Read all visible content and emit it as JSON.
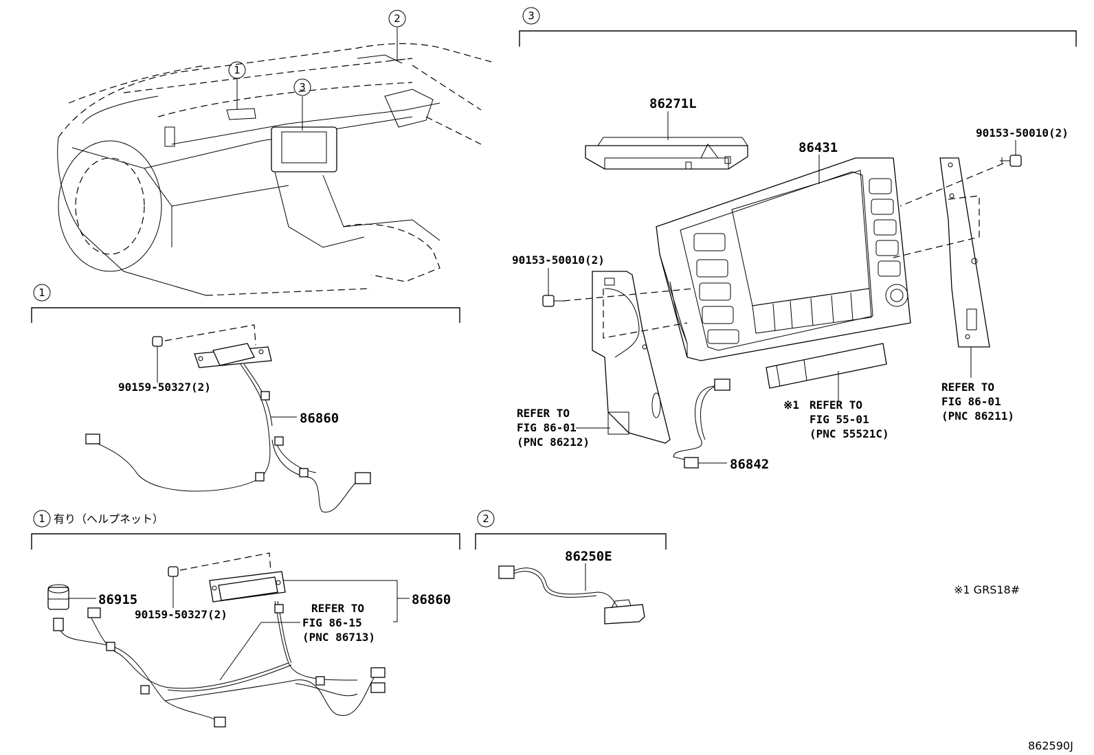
{
  "callouts": {
    "c1": "1",
    "c2": "2",
    "c3": "3"
  },
  "sections": {
    "s1_heading": "有り（ヘルプネット）"
  },
  "parts": {
    "p86271L": "86271L",
    "p86431": "86431",
    "p90153_top": "90153-50010(2)",
    "p90153_left": "90153-50010(2)",
    "p90159_a": "90159-50327(2)",
    "p86860_a": "86860",
    "p86842": "86842",
    "p86250E": "86250E",
    "p86915": "86915",
    "p90159_b": "90159-50327(2)",
    "p86860_b": "86860"
  },
  "refs": {
    "left_l1": "REFER TO",
    "left_l2": "FIG 86-01",
    "left_l3": "(PNC 86212)",
    "mid_mark": "※1",
    "mid_l1": "REFER TO",
    "mid_l2": "FIG 55-01",
    "mid_l3": "(PNC 55521C)",
    "right_l1": "REFER TO",
    "right_l2": "FIG 86-01",
    "right_l3": "(PNC 86211)",
    "bot_l1": "REFER TO",
    "bot_l2": "FIG 86-15",
    "bot_l3": "(PNC 86713)"
  },
  "notes": {
    "footnote": "※1 GRS18#",
    "figure_id": "862590J"
  }
}
